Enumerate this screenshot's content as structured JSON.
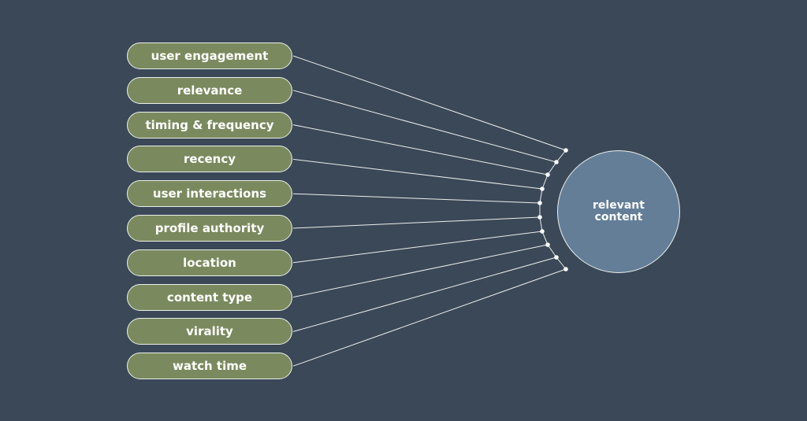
{
  "diagram": {
    "factors": [
      {
        "label": "user engagement"
      },
      {
        "label": "relevance"
      },
      {
        "label": "timing & frequency"
      },
      {
        "label": "recency"
      },
      {
        "label": "user interactions"
      },
      {
        "label": "profile authority"
      },
      {
        "label": "location"
      },
      {
        "label": "content type"
      },
      {
        "label": "virality"
      },
      {
        "label": "watch time"
      }
    ],
    "hub": {
      "line1": "relevant",
      "line2": "content"
    }
  },
  "colors": {
    "background": "#3a4858",
    "pill_fill": "#7a8a5e",
    "hub_fill": "#647e98",
    "line": "#eef0ea"
  }
}
